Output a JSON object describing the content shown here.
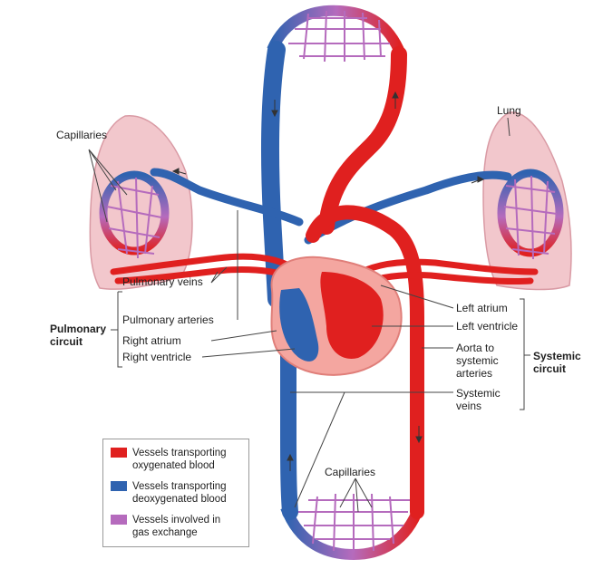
{
  "labels": {
    "capillaries_left": "Capillaries",
    "lung": "Lung",
    "pulmonary_veins": "Pulmonary veins",
    "pulmonary_arteries": "Pulmonary arteries",
    "right_atrium": "Right atrium",
    "right_ventricle": "Right ventricle",
    "pulmonary_circuit_line1": "Pulmonary",
    "pulmonary_circuit_line2": "circuit",
    "left_atrium": "Left atrium",
    "left_ventricle": "Left ventricle",
    "aorta_line1": "Aorta to",
    "aorta_line2": "systemic",
    "aorta_line3": "arteries",
    "systemic_veins_line1": "Systemic",
    "systemic_veins_line2": "veins",
    "systemic_circuit_line1": "Systemic",
    "systemic_circuit_line2": "circuit",
    "capillaries_bottom": "Capillaries"
  },
  "legend": [
    {
      "line1": "Vessels transporting",
      "line2": "oxygenated blood",
      "color": "#e0201f"
    },
    {
      "line1": "Vessels transporting",
      "line2": "deoxygenated blood",
      "color": "#2f63b0"
    },
    {
      "line1": "Vessels involved in",
      "line2": "gas exchange",
      "color": "#b56bbd"
    }
  ],
  "colors": {
    "oxygenated": "#e0201f",
    "deoxygenated": "#2f63b0",
    "exchange": "#b56bbd",
    "lung_tissue": "#f2c7cc",
    "heart_tissue": "#f4a6a0"
  }
}
